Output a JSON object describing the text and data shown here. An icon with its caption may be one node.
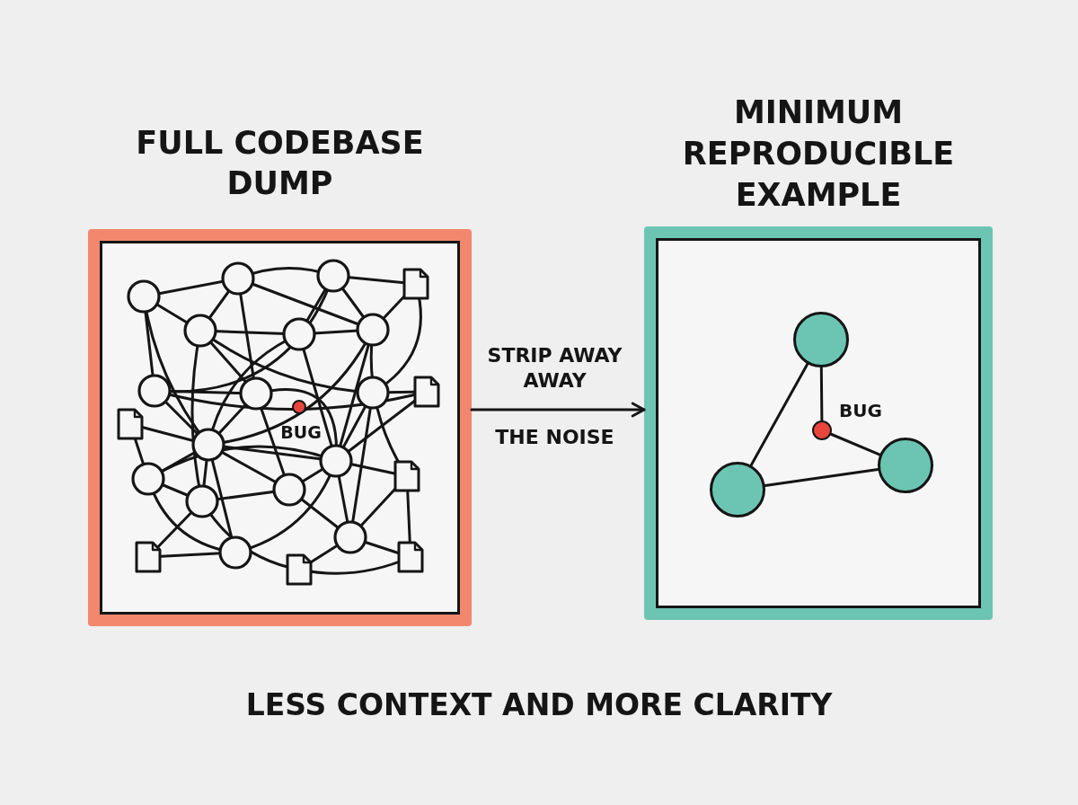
{
  "diagram": {
    "caption": "LESS CONTEXT AND MORE CLARITY",
    "nodes": [
      {
        "text": [
          "FULL CODEBASE DUMP"
        ]
      },
      {
        "text": [],
        "shape": "picture",
        "in": 0
      },
      {
        "text": [],
        "shape": "circle",
        "beside": [
          "BUG"
        ],
        "in": 1
      },
      {
        "text": [
          "MINIMUM REPRODUCIBLE EXAMPLE"
        ]
      },
      {
        "text": [],
        "shape": "circle",
        "in": 3
      },
      {
        "text": [],
        "shape": "circle",
        "beside": [
          "BUG"
        ],
        "in": 3
      },
      {
        "text": [],
        "shape": "circle",
        "in": 3
      },
      {
        "text": [],
        "shape": "circle",
        "in": 3
      }
    ],
    "edges": [
      {
        "from": 0,
        "to": 3,
        "arrow": "to",
        "label": "STRIP AWAY AWAY"
      },
      {
        "from": 4,
        "to": 6,
        "arrow": "none"
      },
      {
        "from": 4,
        "to": 5,
        "arrow": "none"
      },
      {
        "from": 5,
        "to": 7,
        "arrow": "none"
      },
      {
        "from": 6,
        "to": 7,
        "arrow": "none"
      }
    ],
    "labels": [
      "THE NOISE"
    ]
  }
}
